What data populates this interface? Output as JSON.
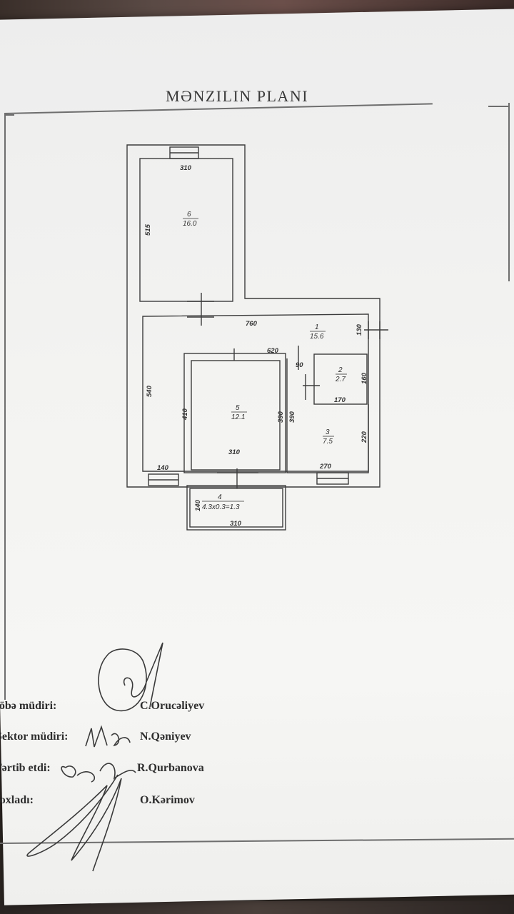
{
  "document": {
    "title": "MƏNZILIN PLANI",
    "rooms": [
      {
        "number": "1",
        "area": "15.6"
      },
      {
        "number": "2",
        "area": "2.7"
      },
      {
        "number": "3",
        "area": "7.5"
      },
      {
        "number": "4",
        "area": "4.3x0.3=1.3"
      },
      {
        "number": "5",
        "area": "12.1"
      },
      {
        "number": "6",
        "area": "16.0"
      }
    ],
    "dimensions": {
      "room6_width": "310",
      "room6_length": "515",
      "corridor_width": "760",
      "corridor_height": "130",
      "inner_width": "620",
      "wc_door": "90",
      "room2_width": "170",
      "room2_length": "160",
      "room3_width": "270",
      "room3_length": "220",
      "room5_length_left": "410",
      "room5_length_right": "390",
      "room3_side": "390",
      "room5_width": "310",
      "hall_length": "540",
      "hall_bottom": "140",
      "balcony_depth": "140",
      "balcony_width": "310"
    },
    "signatures": [
      {
        "label": "Şöbə müdiri:",
        "name": "C.Orucəliyev"
      },
      {
        "label": "Sektor müdiri:",
        "name": "N.Qəniyev"
      },
      {
        "label": "Tərtib etdi:",
        "name": "R.Qurbanova"
      },
      {
        "label": "Yoxladı:",
        "name": "O.Kərimov"
      }
    ]
  }
}
